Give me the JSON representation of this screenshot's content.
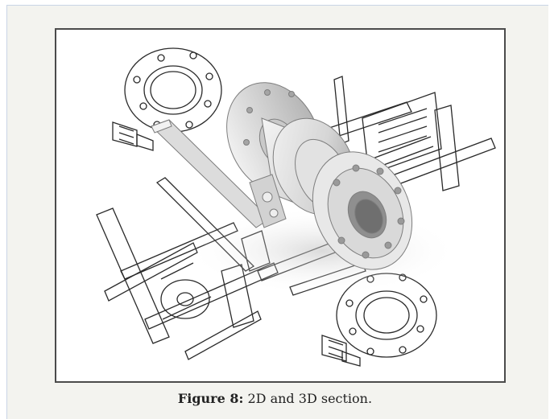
{
  "figure": {
    "label": "Figure 8:",
    "text": " 2D and 3D section."
  },
  "colors": {
    "panel_background": "#f3f3ef",
    "frame_border": "#4b4b4b",
    "line_art": "#2a2a2a",
    "valve_light": "#e6e6e6",
    "valve_shadow": "#9a9a9a"
  },
  "icons": {
    "image": "ball-valve-drawing"
  }
}
